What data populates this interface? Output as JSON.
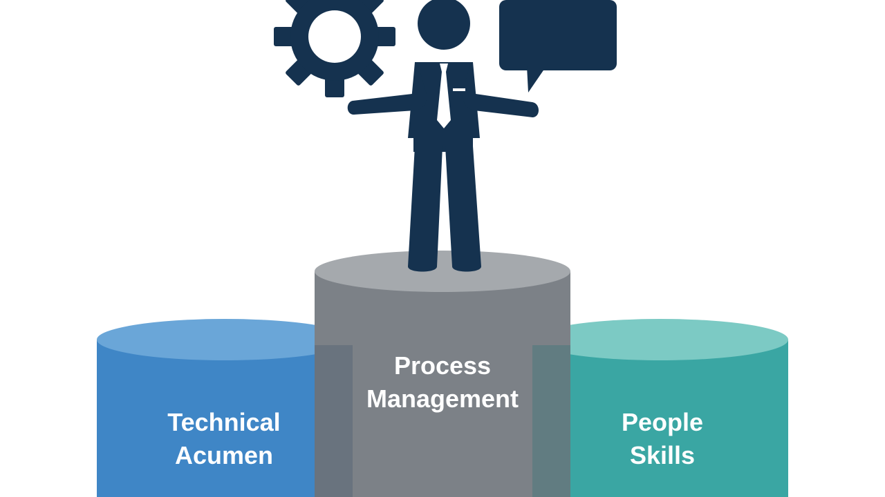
{
  "pillars": {
    "left": {
      "line1": "Technical",
      "line2": "Acumen",
      "color_top": "#6aa6d8",
      "color_body": "#3f86c6"
    },
    "center": {
      "line1": "Process",
      "line2": "Management",
      "color_top": "#a5a9ad",
      "color_body": "#7c8187"
    },
    "right": {
      "line1": "People",
      "line2": "Skills",
      "color_top": "#7ccac4",
      "color_body": "#3aa6a3"
    }
  },
  "icons": [
    "gear-icon",
    "person-icon",
    "speech-bubble-icon"
  ],
  "colors": {
    "figure": "#15324f",
    "tie": "#ffffff",
    "background": "#ffffff"
  }
}
